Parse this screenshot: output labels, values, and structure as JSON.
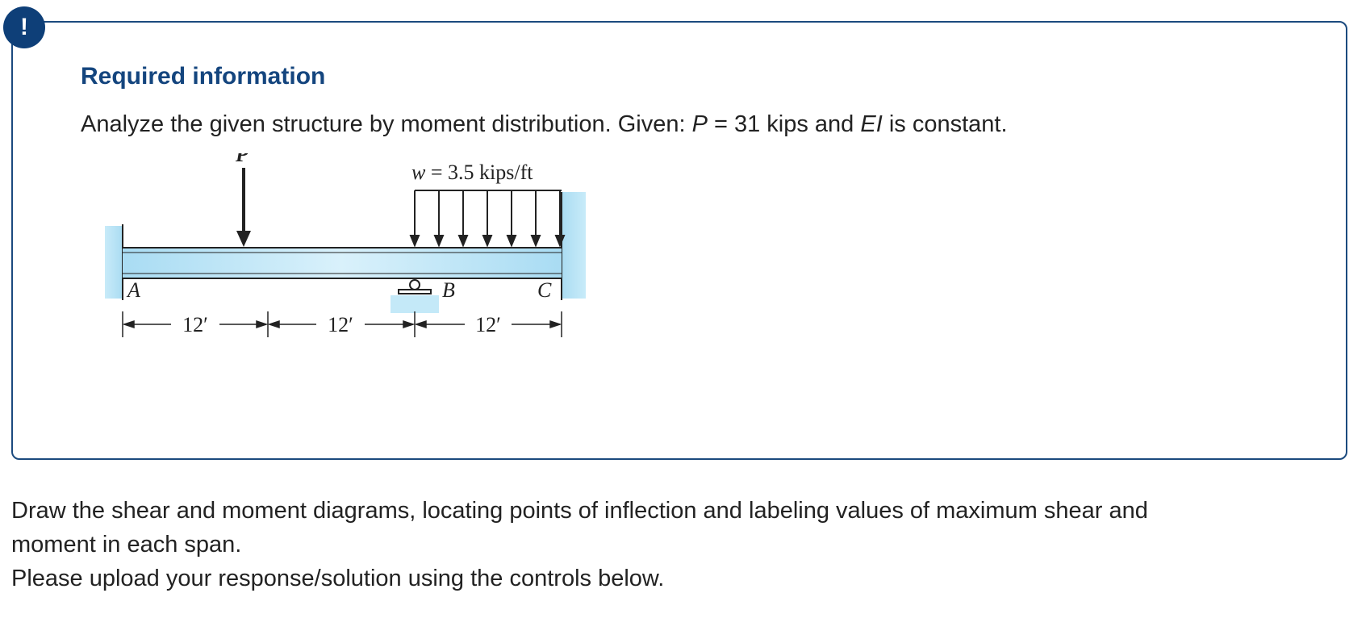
{
  "alert": {
    "symbol": "!"
  },
  "card": {
    "title": "Required information",
    "intro_prefix": "Analyze the given structure by moment distribution. Given: ",
    "p_var": "P",
    "p_value": " = 31 kips and ",
    "ei_var": "EI",
    "ei_suffix": " is constant."
  },
  "figure": {
    "load_label": "P",
    "distributed_load_var": "w",
    "distributed_load_value": " = 3.5 kips/ft",
    "support_a": "A",
    "support_b": "B",
    "support_c": "C",
    "span_1": "12′",
    "span_2": "12′",
    "span_3": "12′",
    "colors": {
      "beam_fill": "#bde5f7",
      "wall_fill": "#c4e9f8",
      "line": "#222222"
    }
  },
  "question": {
    "line1": "Draw the shear and moment diagrams, locating points of inflection and labeling values of maximum shear and",
    "line2": "moment in each span.",
    "line3": "Please upload your response/solution using the controls below."
  }
}
